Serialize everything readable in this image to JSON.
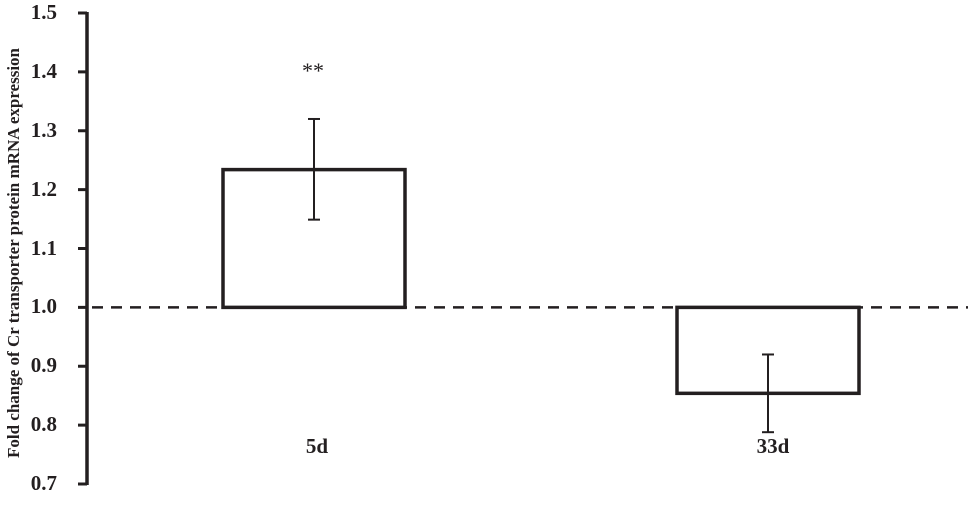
{
  "chart_data": {
    "type": "bar",
    "title": "",
    "xlabel": "",
    "ylabel": "Fold change of Cr transporter protein mRNA expression",
    "ylim": [
      0.7,
      1.5
    ],
    "yticks": [
      "0.7",
      "0.8",
      "0.9",
      "1.0",
      "1.1",
      "1.2",
      "1.3",
      "1.4",
      "1.5"
    ],
    "categories": [
      "5d",
      "33d"
    ],
    "values": [
      1.234,
      0.854
    ],
    "error_bars": [
      {
        "upper": 1.32,
        "lower": 1.149
      },
      {
        "upper": 0.92,
        "lower": 0.788
      }
    ],
    "baseline": 1.0,
    "reference_line": {
      "y": 1.0,
      "style": "dashed"
    },
    "annotations": [
      {
        "category": "5d",
        "text": "**"
      }
    ],
    "grid": false,
    "legend": null
  },
  "colors": {
    "ink": "#231f20",
    "bar_fill": "#ffffff"
  }
}
